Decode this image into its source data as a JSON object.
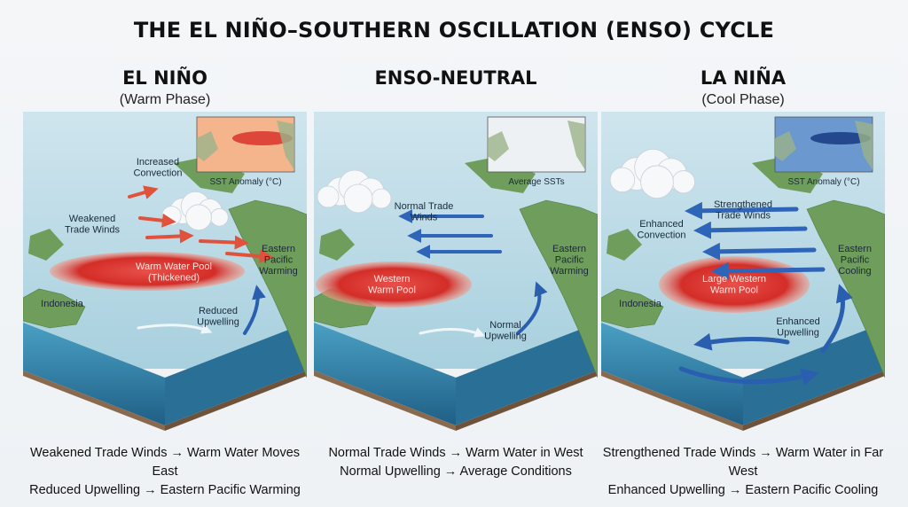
{
  "title": "THE EL NIÑO–SOUTHERN OSCILLATION (ENSO) CYCLE",
  "panels": [
    {
      "title": "EL NIÑO",
      "subtitle": "(Warm Phase)",
      "inset_label": "SST Anomaly (°C)",
      "labels": {
        "convection": "Increased\nConvection",
        "winds": "Weakened\nTrade Winds",
        "pool": "Warm Water Pool\n(Thickened)",
        "east": "Eastern\nPacific\nWarming",
        "land": "Indonesia",
        "upwelling": "Reduced\nUpwelling"
      },
      "caption": [
        "Weakened Trade Winds → Warm Water Moves East",
        "Reduced Upwelling → Eastern Pacific Warming"
      ]
    },
    {
      "title": "ENSO-NEUTRAL",
      "subtitle": "",
      "inset_label": "Average SSTs",
      "labels": {
        "winds": "Normal Trade\nWinds",
        "pool": "Western\nWarm Pool",
        "east": "Eastern\nPacific\nWarming",
        "upwelling": "Normal\nUpwelling"
      },
      "caption": [
        "Normal Trade Winds → Warm Water in West",
        "Normal Upwelling → Average Conditions"
      ]
    },
    {
      "title": "LA NIÑA",
      "subtitle": "(Cool Phase)",
      "inset_label": "SST Anomaly (°C)",
      "labels": {
        "convection": "Enhanced\nConvection",
        "winds": "Strengthened\nTrade Winds",
        "pool": "Large Western\nWarm Pool",
        "east": "Eastern\nPacific\nCooling",
        "land": "Indonesia",
        "upwelling": "Enhanced\nUpwelling"
      },
      "caption": [
        "Strengthened Trade Winds → Warm Water in Far West",
        "Enhanced Upwelling → Eastern Pacific Cooling"
      ]
    }
  ],
  "colors": {
    "ocean_top": "#9cc8d8",
    "ocean_side": "#2f7fa6",
    "land": "#6f9e5c",
    "seafloor": "#8a6a4e",
    "warm": "#d8322a",
    "cool": "#2b5fb0"
  }
}
